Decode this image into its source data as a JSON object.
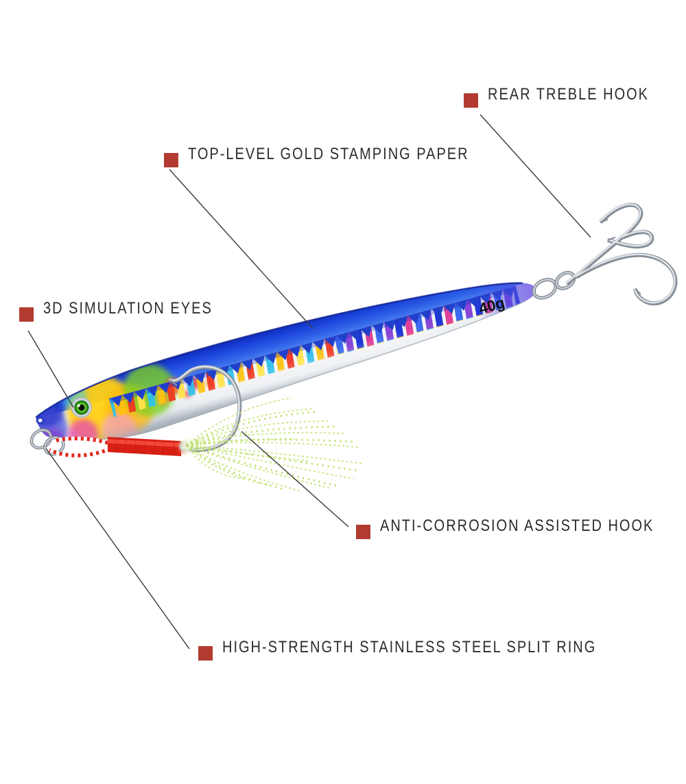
{
  "annotations": [
    {
      "id": "rear-treble-hook",
      "label": "REAR TREBLE HOOK"
    },
    {
      "id": "top-level-gold-stamping-paper",
      "label": "TOP-LEVEL GOLD STAMPING PAPER"
    },
    {
      "id": "3d-simulation-eyes",
      "label": "3D SIMULATION EYES"
    },
    {
      "id": "anti-corrosion-assisted-hook",
      "label": "ANTI-CORROSION ASSISTED HOOK"
    },
    {
      "id": "high-strength-stainless-steel-split-ring",
      "label": "HIGH-STRENGTH STAINLESS STEEL SPLIT RING"
    }
  ],
  "lure": {
    "weight_label": "40g"
  },
  "colors": {
    "bullet": "#b23b31",
    "label_text": "#2b2b2b",
    "callout_line": "#3a3a3a",
    "background": "#ffffff"
  }
}
